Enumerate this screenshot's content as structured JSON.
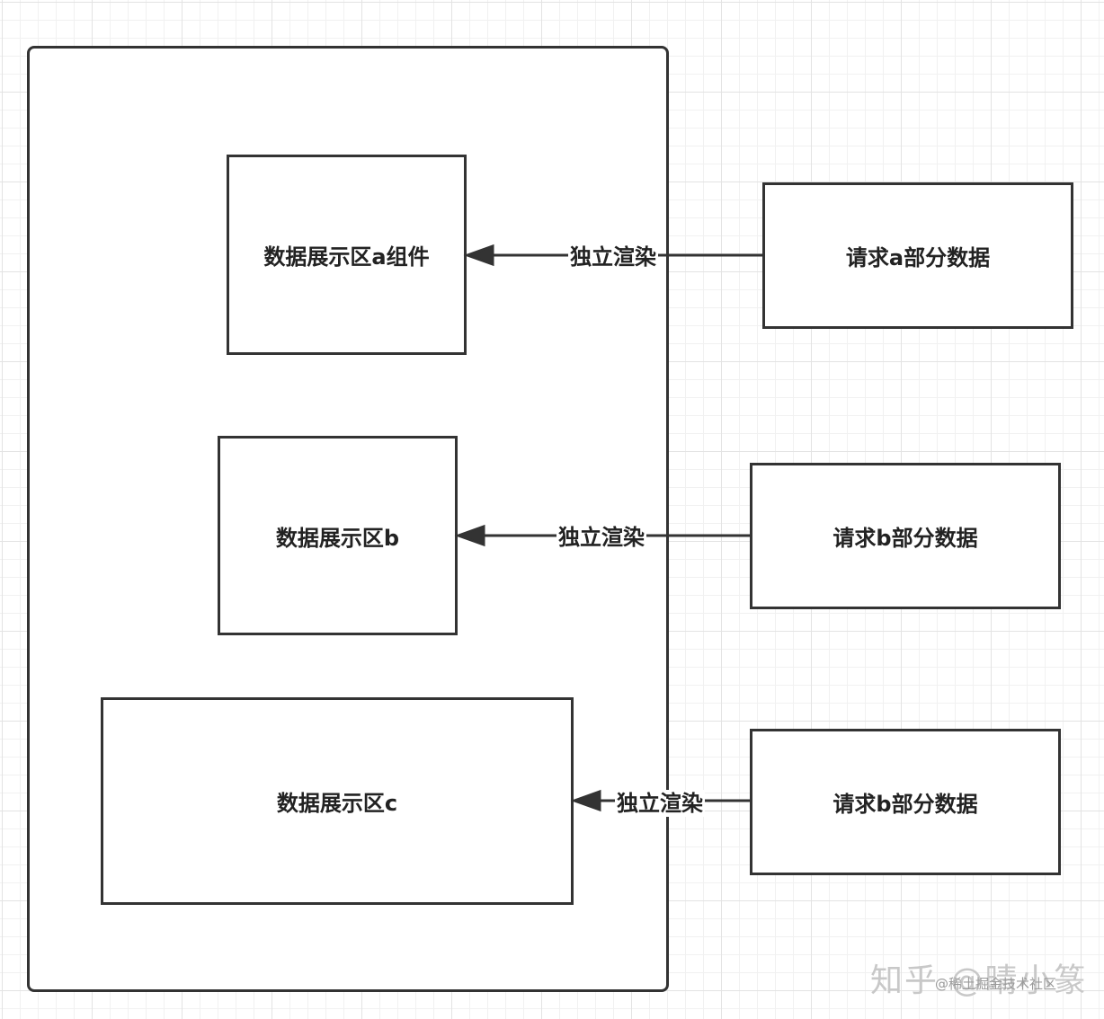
{
  "display_boxes": {
    "a": "数据展示区a组件",
    "b": "数据展示区b",
    "c": "数据展示区c"
  },
  "request_boxes": {
    "a": "请求a部分数据",
    "b": "请求b部分数据",
    "c": "请求b部分数据"
  },
  "edge_labels": {
    "a": "独立渲染",
    "b": "独立渲染",
    "c": "独立渲染"
  },
  "watermark": {
    "main": "知乎 @晴小篆",
    "sub": "@稀土掘金技术社区"
  }
}
